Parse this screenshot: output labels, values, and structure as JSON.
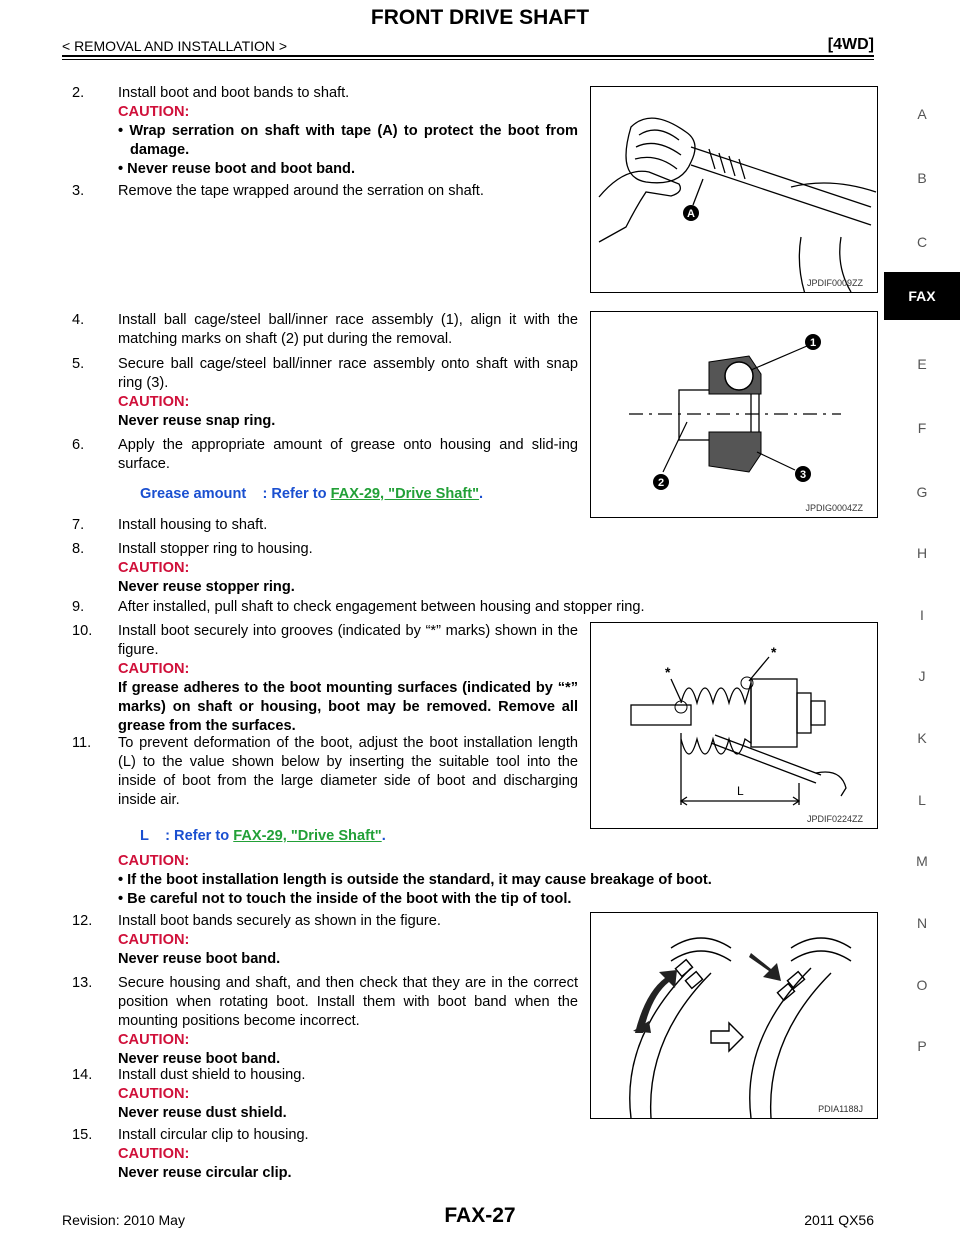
{
  "header": {
    "title": "FRONT DRIVE SHAFT",
    "breadcrumb": "< REMOVAL AND INSTALLATION >",
    "model_tag": "[4WD]"
  },
  "side_index": {
    "items": [
      "A",
      "B",
      "C",
      "FAX",
      "E",
      "F",
      "G",
      "H",
      "I",
      "J",
      "K",
      "L",
      "M",
      "N",
      "O",
      "P"
    ],
    "active": "FAX"
  },
  "steps": [
    {
      "num": "2.",
      "text": "Install boot and boot bands to shaft.",
      "caution_label": "CAUTION:",
      "bullets": [
        "Wrap serration on shaft with tape (A) to protect the boot from damage.",
        "Never reuse boot and boot band."
      ]
    },
    {
      "num": "3.",
      "text": "Remove the tape wrapped around the serration on shaft."
    },
    {
      "num": "4.",
      "text": "Install ball cage/steel ball/inner race assembly (1), align it with the matching marks on shaft (2) put during the removal."
    },
    {
      "num": "5.",
      "text": "Secure ball cage/steel ball/inner race assembly onto shaft with snap ring (3).",
      "caution_label": "CAUTION:",
      "caution_text": "Never reuse snap ring."
    },
    {
      "num": "6.",
      "text": "Apply the appropriate amount of grease onto housing and slid-ing surface."
    },
    {
      "num": "7.",
      "text": "Install housing to shaft."
    },
    {
      "num": "8.",
      "text": "Install stopper ring to housing.",
      "caution_label": "CAUTION:",
      "caution_text": "Never reuse stopper ring."
    },
    {
      "num": "9.",
      "text": "After installed, pull shaft to check engagement between housing and stopper ring."
    },
    {
      "num": "10.",
      "text": "Install boot securely into grooves (indicated by “*” marks) shown in the figure.",
      "caution_label": "CAUTION:",
      "caution_text": "If grease adheres to the boot mounting surfaces (indicated by “*” marks) on shaft or housing, boot may be removed. Remove all grease from the surfaces."
    },
    {
      "num": "11.",
      "text": "To prevent deformation of the boot, adjust the boot installation length (L) to the value shown below by inserting the suitable tool into the inside of boot from the large diameter side of boot and discharging inside air."
    },
    {
      "num": "12.",
      "text": "Install boot bands securely as shown in the figure.",
      "caution_label": "CAUTION:",
      "caution_text": "Never reuse boot band."
    },
    {
      "num": "13.",
      "text": "Secure housing and shaft, and then check that they are in the correct position when rotating boot. Install them with boot band when the mounting positions become incorrect.",
      "caution_label": "CAUTION:",
      "caution_text": "Never reuse boot band."
    },
    {
      "num": "14.",
      "text": "Install dust shield to housing.",
      "caution_label": "CAUTION:",
      "caution_text": "Never reuse dust shield."
    },
    {
      "num": "15.",
      "text": "Install circular clip to housing.",
      "caution_label": "CAUTION:",
      "caution_text": "Never reuse circular clip."
    }
  ],
  "spec_grease": {
    "label": "Grease amount",
    "sep": ": Refer to ",
    "link": "FAX-29, \"Drive Shaft\"",
    "end": "."
  },
  "spec_length": {
    "label": "L",
    "sep": ": Refer to ",
    "link": "FAX-29, \"Drive Shaft\"",
    "end": "."
  },
  "caution_11": {
    "label": "CAUTION:",
    "bullets": [
      "If the boot installation length is outside the standard, it may cause breakage of boot.",
      "Be careful not to touch the inside of the boot with the tip of tool."
    ]
  },
  "figures": [
    {
      "caption": "JPDIF0009ZZ",
      "labels": [
        "A"
      ]
    },
    {
      "caption": "JPDIG0004ZZ",
      "labels": [
        "1",
        "2",
        "3"
      ]
    },
    {
      "caption": "JPDIF0224ZZ",
      "labels": [
        "*",
        "*",
        "L"
      ]
    },
    {
      "caption": "PDIA1188J"
    }
  ],
  "footer": {
    "revision": "Revision: 2010 May",
    "page": "FAX-27",
    "model": "2011 QX56"
  }
}
